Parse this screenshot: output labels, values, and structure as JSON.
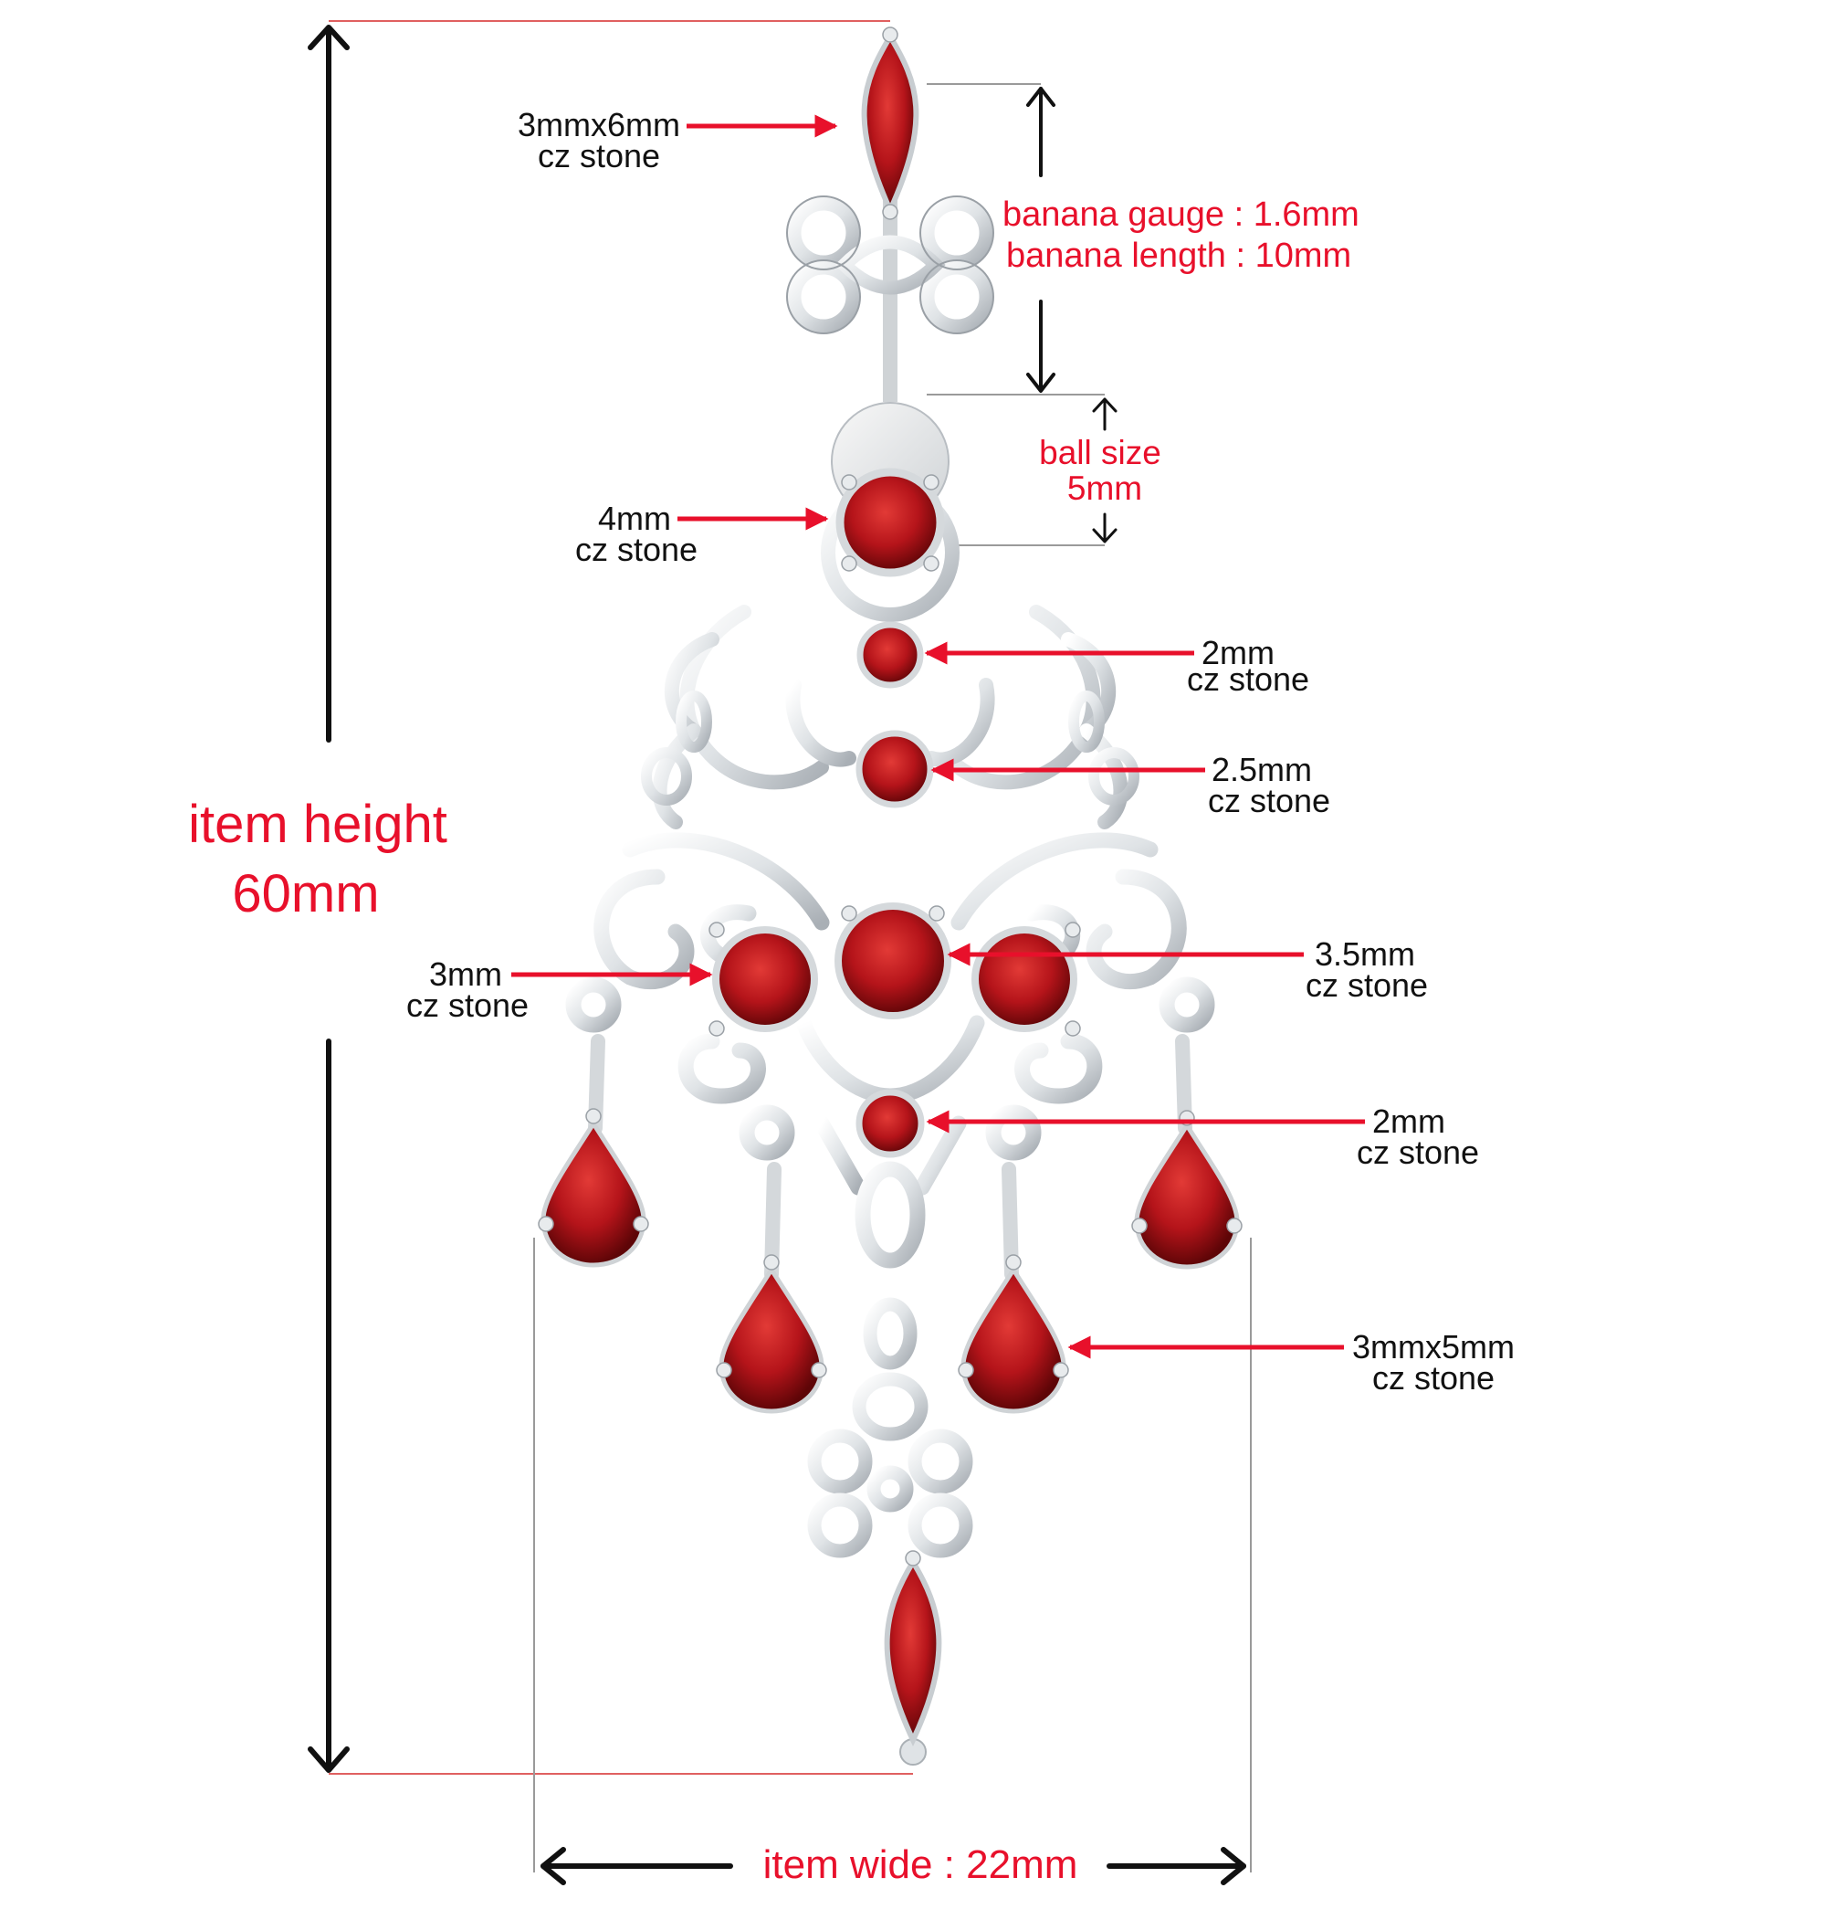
{
  "colors": {
    "annotation_red": "#e8102b",
    "label_black": "#111111",
    "silver": "#e4e7ea",
    "silver_shadow": "#9aa0a6",
    "gem_red": "#c8161d",
    "gem_dark": "#6e0608",
    "guide_line": "#9a9a9a",
    "height_guide": "#e06060"
  },
  "item_height": {
    "label_line1": "item height",
    "label_line2": "60mm"
  },
  "item_wide": {
    "label": "item wide : 22mm"
  },
  "banana": {
    "gauge_label": "banana gauge : 1.6mm",
    "length_label": "banana length : 10mm"
  },
  "ball": {
    "label_line1": "ball size",
    "label_line2": "5mm"
  },
  "stone_callouts": [
    {
      "size": "3mmx6mm",
      "type": "cz stone"
    },
    {
      "size": "4mm",
      "type": "cz stone"
    },
    {
      "size": "2mm",
      "type": "cz stone"
    },
    {
      "size": "2.5mm",
      "type": "cz stone"
    },
    {
      "size": "3.5mm",
      "type": "cz stone"
    },
    {
      "size": "3mm",
      "type": "cz stone"
    },
    {
      "size": "2mm",
      "type": "cz stone"
    },
    {
      "size": "3mmx5mm",
      "type": "cz stone"
    }
  ]
}
